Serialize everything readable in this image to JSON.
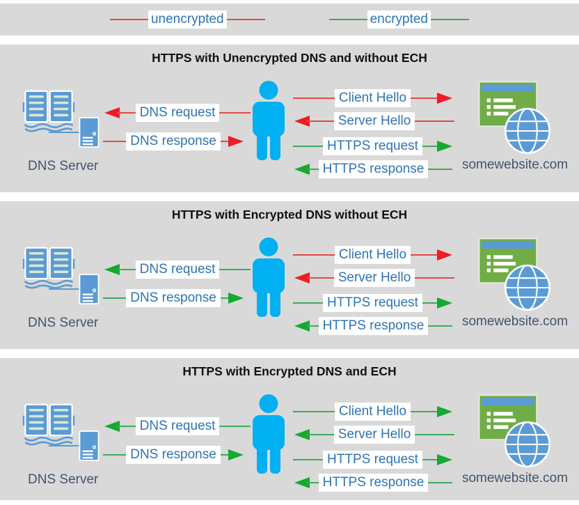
{
  "legend": {
    "items": [
      {
        "label": "unencrypted",
        "color": "red"
      },
      {
        "label": "encrypted",
        "color": "green"
      }
    ]
  },
  "actors": {
    "dns_server_label": "DNS Server",
    "website_label": "somewebsite.com"
  },
  "panels": [
    {
      "title": "HTTPS with Unencrypted DNS and without ECH",
      "arrows": [
        {
          "label": "DNS request",
          "color": "red",
          "dir": "left"
        },
        {
          "label": "DNS response",
          "color": "red",
          "dir": "right"
        },
        {
          "label": "Client Hello",
          "color": "red",
          "dir": "right"
        },
        {
          "label": "Server Hello",
          "color": "red",
          "dir": "left"
        },
        {
          "label": "HTTPS request",
          "color": "green",
          "dir": "right"
        },
        {
          "label": "HTTPS response",
          "color": "green",
          "dir": "left"
        }
      ]
    },
    {
      "title": "HTTPS with Encrypted DNS without ECH",
      "arrows": [
        {
          "label": "DNS request",
          "color": "green",
          "dir": "left"
        },
        {
          "label": "DNS response",
          "color": "green",
          "dir": "right"
        },
        {
          "label": "Client Hello",
          "color": "red",
          "dir": "right"
        },
        {
          "label": "Server Hello",
          "color": "red",
          "dir": "left"
        },
        {
          "label": "HTTPS request",
          "color": "green",
          "dir": "right"
        },
        {
          "label": "HTTPS response",
          "color": "green",
          "dir": "left"
        }
      ]
    },
    {
      "title": "HTTPS with Encrypted DNS and ECH",
      "arrows": [
        {
          "label": "DNS request",
          "color": "green",
          "dir": "left"
        },
        {
          "label": "DNS response",
          "color": "green",
          "dir": "right"
        },
        {
          "label": "Client Hello",
          "color": "green",
          "dir": "right"
        },
        {
          "label": "Server Hello",
          "color": "green",
          "dir": "left"
        },
        {
          "label": "HTTPS request",
          "color": "green",
          "dir": "right"
        },
        {
          "label": "HTTPS response",
          "color": "green",
          "dir": "left"
        }
      ]
    }
  ],
  "colors": {
    "panel_bg": "#d9d9d9",
    "red_line": "#e24a44",
    "red_head": "#ee1c25",
    "green_line": "#3bac5c",
    "green_head": "#17a82f",
    "label_text": "#2e74b5",
    "name_text": "#44546a",
    "person_blue": "#00b0f0",
    "icon_blue": "#5b9bd5",
    "site_green": "#70ad47",
    "page_line": "#d9e8d2"
  }
}
